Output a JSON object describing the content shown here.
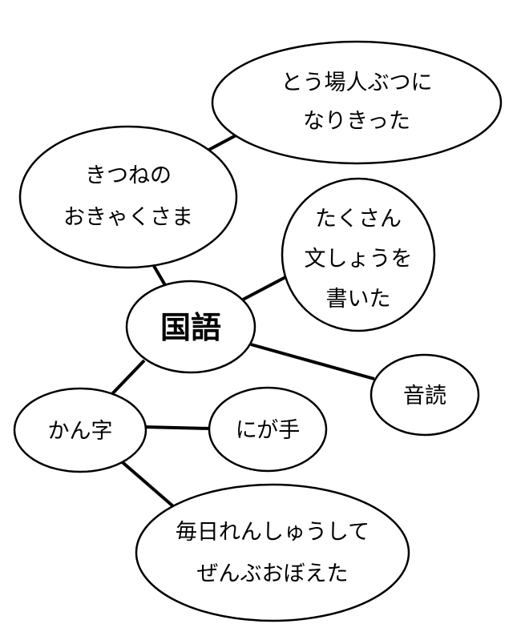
{
  "center": "国語",
  "nodes": {
    "character": [
      "とう場人ぶつに",
      "なりきった"
    ],
    "kitsune": [
      "きつねの",
      "おきゃくさま"
    ],
    "writing": [
      "たくさん",
      "文しょうを",
      "書いた"
    ],
    "ondoku": "音読",
    "kanji": "かん字",
    "nigate": "にが手",
    "practice": [
      "毎日れんしゅうして",
      "ぜんぶおぼえた"
    ]
  }
}
